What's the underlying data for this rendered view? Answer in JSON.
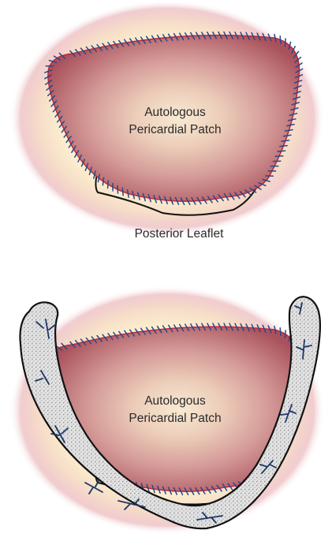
{
  "panel_top": {
    "patch_label_line1": "Autologous",
    "patch_label_line2": "Pericardial Patch",
    "leaflet_label": "Posterior Leaflet"
  },
  "panel_bottom": {
    "patch_label_line1": "Autologous",
    "patch_label_line2": "Pericardial Patch"
  },
  "colors": {
    "patch_center": "#f7e7d0",
    "patch_mid": "#d9a3a0",
    "patch_edge": "#a9525c",
    "halo_inner": "#fdf6d4",
    "halo_outer": "#e8b6bd",
    "suture_red": "#c0283a",
    "suture_blue": "#27488a",
    "ring_fill": "#dadada",
    "ring_outline": "#111111",
    "ring_suture": "#1d3566"
  }
}
